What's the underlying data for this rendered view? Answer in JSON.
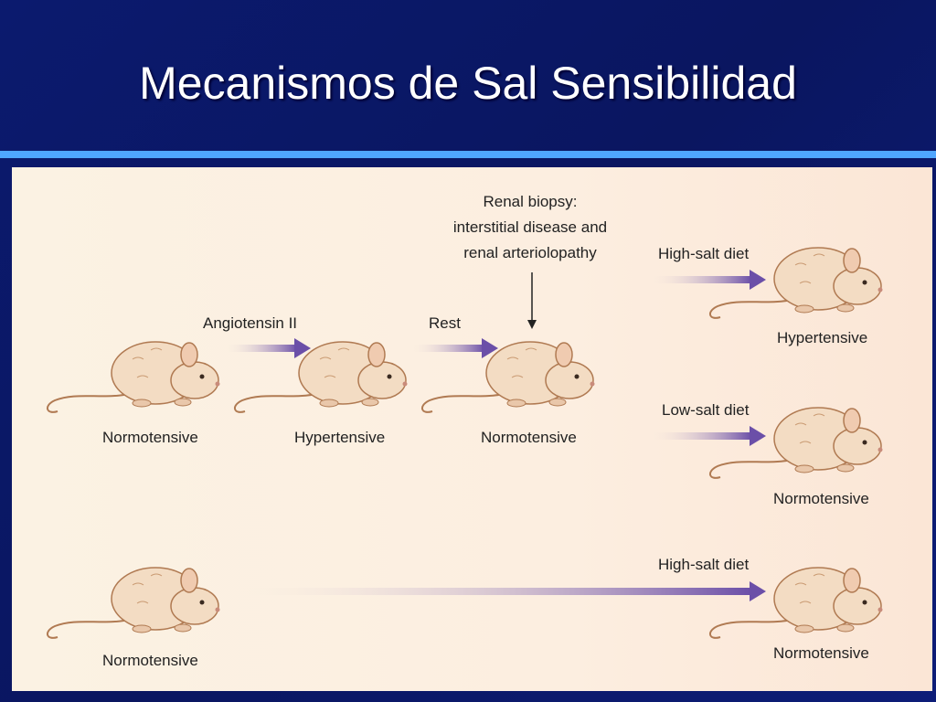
{
  "slide": {
    "title": "Mecanismos de Sal Sensibilidad"
  },
  "diagram": {
    "labels": {
      "angiotensin": "Angiotensin II",
      "rest": "Rest",
      "biopsy_line1": "Renal biopsy:",
      "biopsy_line2": "interstitial disease and",
      "biopsy_line3": "renal arteriolopathy",
      "high_salt_top": "High-salt diet",
      "low_salt": "Low-salt diet",
      "high_salt_bottom": "High-salt diet"
    },
    "states": {
      "r1_start": "Normotensive",
      "r1_mid": "Hypertensive",
      "r1_end": "Normotensive",
      "r1_high_result": "Hypertensive",
      "r1_low_result": "Normotensive",
      "r2_start": "Normotensive",
      "r2_result": "Normotensive"
    },
    "colors": {
      "arrow": "#6b4fa8",
      "rat_fill": "#f3dcc3",
      "rat_stroke": "#b07a52"
    }
  }
}
